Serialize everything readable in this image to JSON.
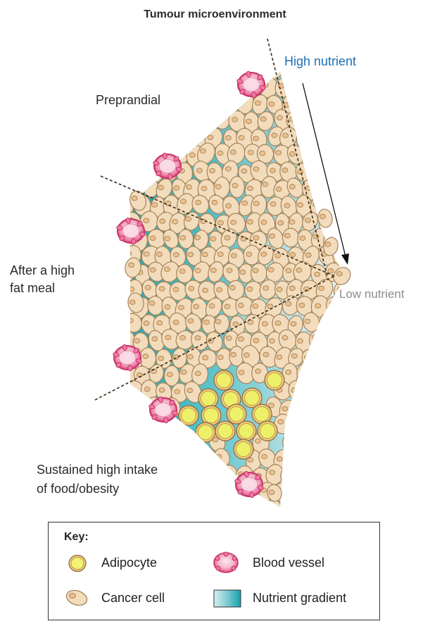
{
  "figure": {
    "title": "Tumour microenvironment",
    "gradient_labels": {
      "high": "High nutrient",
      "low": "Low nutrient"
    },
    "stage_labels": {
      "preprandial": "Preprandial",
      "after_meal_line1": "After a high",
      "after_meal_line2": "fat meal",
      "sustained_line1": "Sustained high intake",
      "sustained_line2": "of food/obesity"
    },
    "colors": {
      "nutrient_teal": "#3fb6c0",
      "cancer_cell_fill": "#f3dcbc",
      "cancer_cell_stroke": "#a5835a",
      "adipocyte_fill": "#eef06a",
      "blood_vessel_pink": "#e0457f",
      "high_nutrient_text": "#1f6fb5",
      "low_nutrient_text": "#8e8e8e"
    }
  },
  "key": {
    "title": "Key:",
    "items": [
      {
        "label": "Adipocyte",
        "icon": "adipocyte-icon"
      },
      {
        "label": "Blood vessel",
        "icon": "blood-vessel-icon"
      },
      {
        "label": "Cancer cell",
        "icon": "cancer-cell-icon"
      },
      {
        "label": "Nutrient gradient",
        "icon": "nutrient-gradient-icon"
      }
    ]
  }
}
